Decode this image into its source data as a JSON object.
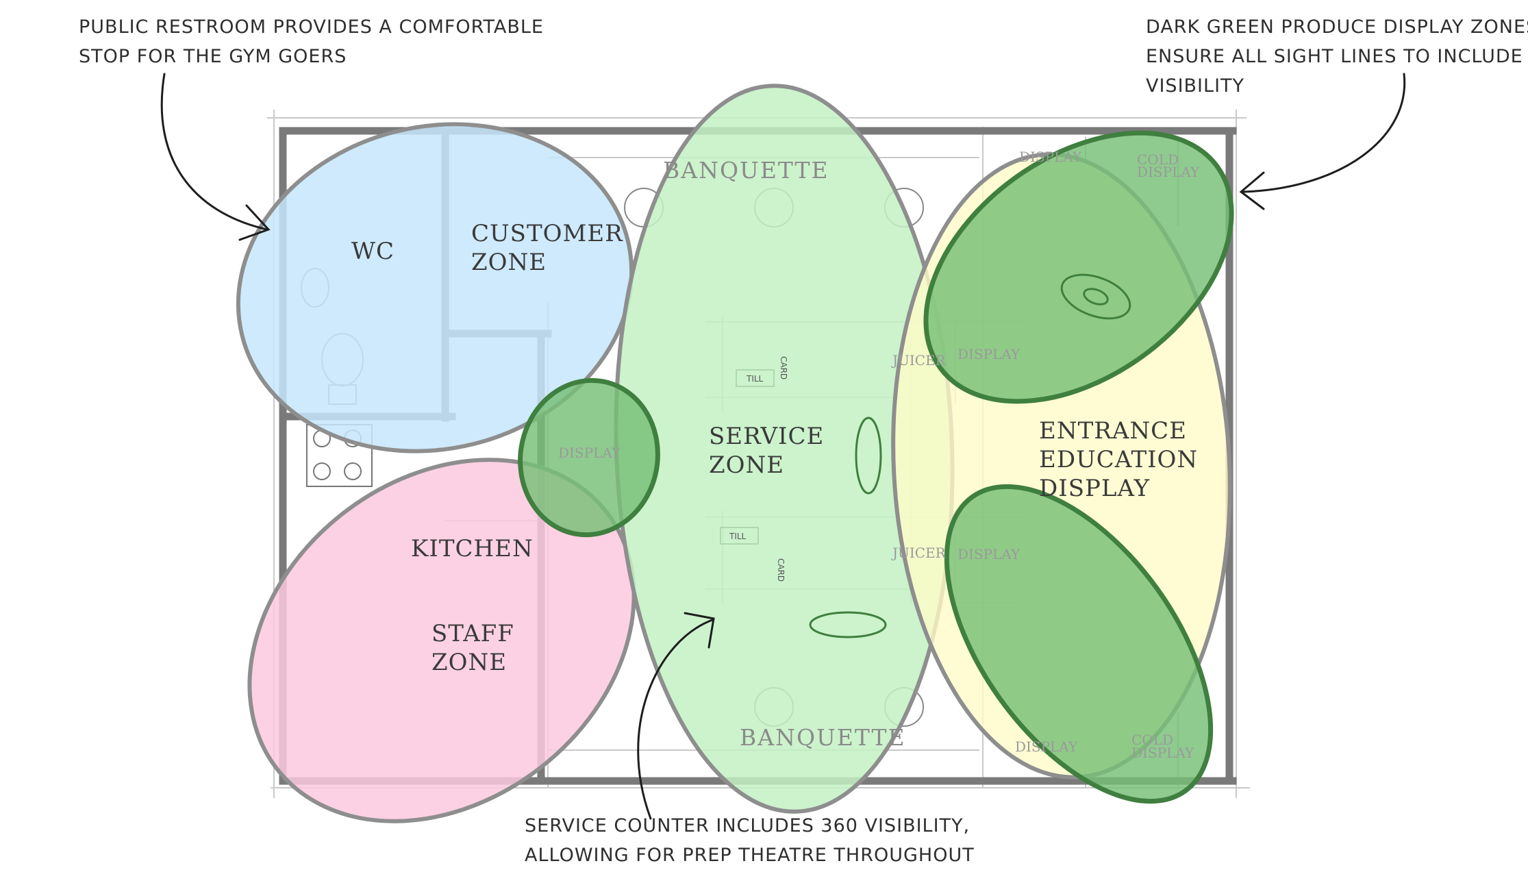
{
  "annotations": {
    "restroom_note": [
      "PUBLIC RESTROOM PROVIDES A COMFORTABLE",
      "STOP FOR THE GYM GOERS"
    ],
    "produce_note": [
      "DARK GREEN PRODUCE DISPLAY ZONES",
      "ENSURE ALL SIGHT LINES TO INCLUDE",
      "VISIBILITY"
    ],
    "service_note": [
      "SERVICE COUNTER INCLUDES 360 VISIBILITY,",
      "ALLOWING FOR PREP THEATRE THROUGHOUT"
    ]
  },
  "zones": {
    "wc": "WC",
    "customer": [
      "CUSTOMER",
      "ZONE"
    ],
    "kitchen": "KITCHEN",
    "staff": [
      "STAFF",
      "ZONE"
    ],
    "service": [
      "SERVICE",
      "ZONE"
    ],
    "entrance": [
      "ENTRANCE",
      "EDUCATION",
      "DISPLAY"
    ]
  },
  "plan_labels": {
    "banquette_top": "BANQUETTE",
    "banquette_bottom": "BANQUETTE",
    "display_small": "DISPLAY",
    "display_top_right": "DISPLAY",
    "cold_display_top": [
      "COLD",
      "DISPLAY"
    ],
    "display_mid_upper": "DISPLAY",
    "display_mid_lower": "DISPLAY",
    "display_bottom_right": "DISPLAY",
    "cold_display_bottom": [
      "COLD",
      "DISPLAY"
    ],
    "juicer_upper": "JUICER",
    "juicer_lower": "JUICER",
    "till_upper": "TILL",
    "till_lower": "TILL",
    "card_upper": "CARD",
    "card_lower": "CARD"
  },
  "colors": {
    "customer_zone": "#c5e6fb",
    "staff_zone": "#fbc9de",
    "service_zone": "#c3f1c3",
    "entrance_zone": "#fffbc8",
    "produce_zone": "#76c076",
    "walls": "#7a7a7a",
    "outline": "#8a8a8a"
  }
}
